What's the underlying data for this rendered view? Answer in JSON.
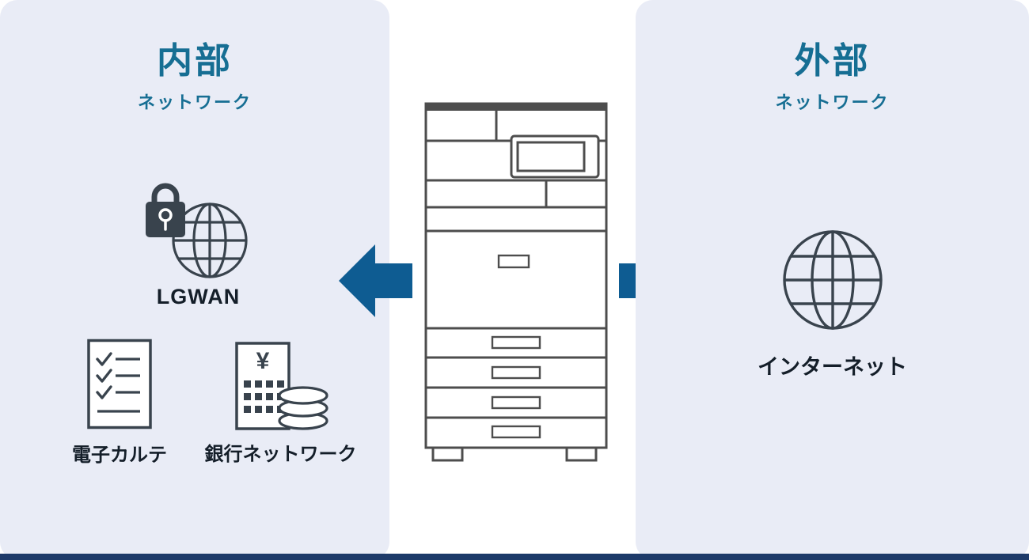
{
  "diagram": {
    "left_panel": {
      "title": "内部",
      "subtitle": "ネットワーク",
      "items": [
        {
          "label": "LGWAN",
          "icon": "lock-globe-icon"
        },
        {
          "label": "電子カルテ",
          "icon": "medical-record-checklist-icon"
        },
        {
          "label": "銀行ネットワーク",
          "icon": "bank-building-coins-icon",
          "icon_glyph": "¥"
        }
      ]
    },
    "center": {
      "icon": "multifunction-printer-icon",
      "arrows": [
        "arrow-left-icon",
        "arrow-right-icon"
      ]
    },
    "right_panel": {
      "title": "外部",
      "subtitle": "ネットワーク",
      "items": [
        {
          "label": "インターネット",
          "icon": "internet-globe-icon"
        }
      ]
    },
    "colors": {
      "page_background": "#ffffff",
      "panel_background": "#e9ecf6",
      "heading_blue": "#166e93",
      "label_ink": "#141e29",
      "arrow_blue": "#0e5c92",
      "icon_ink": "#39434d",
      "printer_ink": "#4d4d4d",
      "bottom_bar": "#1d3a69"
    }
  }
}
